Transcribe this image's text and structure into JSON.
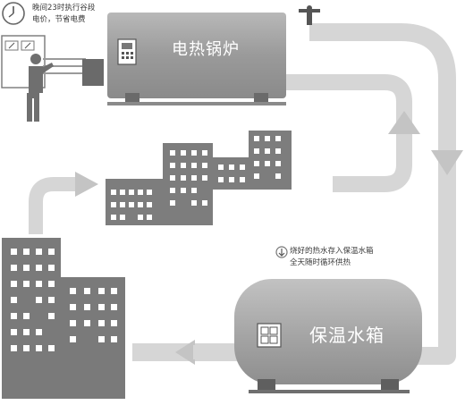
{
  "note_top": {
    "line1": "晚间23时执行谷段",
    "line2": "电价，节省电费"
  },
  "boiler": {
    "label": "电热锅炉"
  },
  "tank": {
    "label": "保温水箱"
  },
  "note_mid": {
    "line1": "烧好的热水存入保温水箱",
    "line2": "全天随时循环供热"
  },
  "colors": {
    "pipe": "#d4d4d4",
    "boiler_body": "#9a9a9a",
    "tank_body": "#a2a2a2",
    "building": "#7b7b7b",
    "arrow": "#d4d4d4",
    "arrow_shade": "#bdbdbd"
  },
  "icons": [
    "clock-icon",
    "panel-icon",
    "person-icon",
    "faucet-icon",
    "down-arrow-icon",
    "control-panel-icon"
  ]
}
